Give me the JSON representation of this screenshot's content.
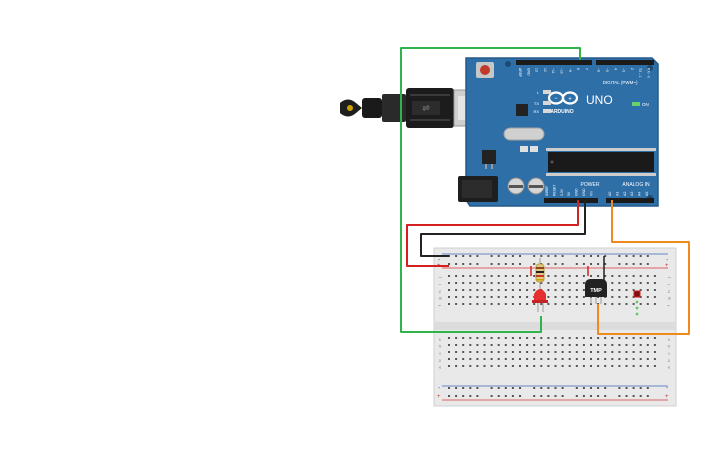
{
  "board": {
    "brand": "ARDUINO",
    "model": "UNO",
    "digital_label": "DIGITAL (PWM~)",
    "power_label": "POWER",
    "analog_label": "ANALOG IN",
    "on_label": "ON",
    "led_labels": [
      "L",
      "TX",
      "RX"
    ],
    "digital_pins": [
      "AREF",
      "GND",
      "13",
      "12",
      "~11",
      "~10",
      "~9",
      "8",
      "7",
      "~6",
      "~5",
      "4",
      "~3",
      "2",
      "TX→1",
      "RX←0"
    ],
    "power_pins": [
      "IOREF",
      "RESET",
      "3.3V",
      "5V",
      "GND",
      "GND",
      "Vin"
    ],
    "analog_pins": [
      "A0",
      "A1",
      "A2",
      "A3",
      "A4",
      "A5"
    ]
  },
  "breadboard": {
    "row_letters_top": [
      "a",
      "b",
      "c",
      "d",
      "e"
    ],
    "row_letters_bottom": [
      "f",
      "g",
      "h",
      "i",
      "j"
    ],
    "rail_plus": "+",
    "rail_minus": "-"
  },
  "components": {
    "sensor_label": "TMP",
    "resistor": "resistor",
    "led": "red-led"
  },
  "wires": {
    "colors": {
      "green": "#2fb34a",
      "red": "#d42020",
      "black": "#222222",
      "orange": "#f08a1c"
    }
  },
  "colors": {
    "board": "#2f6fa8",
    "board_dark": "#245a8a",
    "breadboard": "#e9e9e9",
    "rail_red": "#d43434",
    "rail_blue": "#3a5fc2"
  }
}
